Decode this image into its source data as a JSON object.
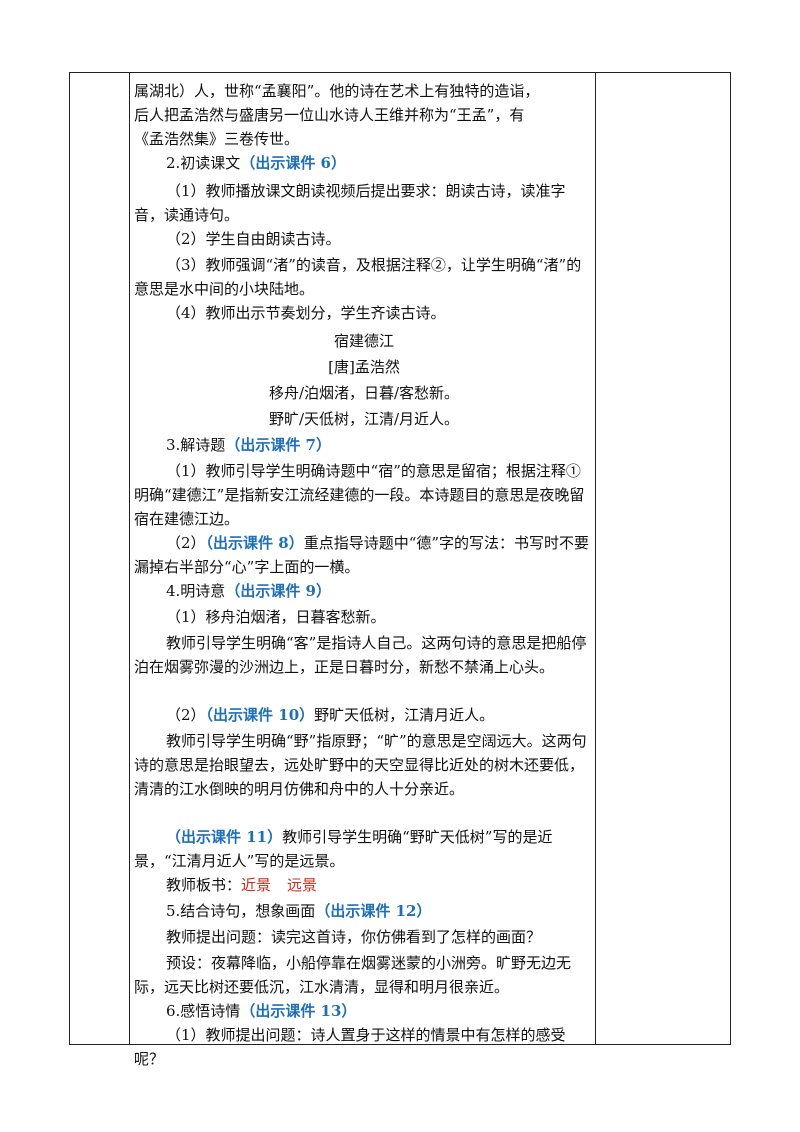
{
  "intro_cont": {
    "lines": [
      "属湖北）人，世称“孟襄阳”。他的诗在艺术上有独特的造诣，",
      "后人把孟浩然与盛唐另一位山水诗人王维并称为“王孟”，有",
      "《孟浩然集》三卷传世。"
    ]
  },
  "sec2": {
    "heading": "2.初读课文",
    "tag": "（出示课件 6）",
    "items": [
      "（1）教师播放课文朗读视频后提出要求：朗读古诗，读准字音，读通诗句。",
      "（2）学生自由朗读古诗。",
      "（3）教师强调“渚”的读音，及根据注释②，让学生明确“渚”的意思是水中间的小块陆地。",
      "（4）教师出示节奏划分，学生齐读古诗。"
    ]
  },
  "poem": {
    "title": "宿建德江",
    "author": "[唐]孟浩然",
    "line1": "移舟/泊烟渚，日暮/客愁新。",
    "line2": "野旷/天低树，江清/月近人。"
  },
  "sec3": {
    "heading": "3.解诗题",
    "tag": "（出示课件 7）",
    "item1": "（1）教师引导学生明确诗题中“宿”的意思是留宿；根据注释①明确“建德江”是指新安江流经建德的一段。本诗题目的意思是夜晚留宿在建德江边。",
    "item2_num": "（2）",
    "item2_tag": "（出示课件 8）",
    "item2_text": "重点指导诗题中“德”字的写法：书写时不要漏掉右半部分“心”字上面的一横。"
  },
  "sec4": {
    "heading": "4.明诗意",
    "tag": "（出示课件 9）",
    "item1_title": "（1）移舟泊烟渚，日暮客愁新。",
    "item1_text": "教师引导学生明确“客”是指诗人自己。这两句诗的意思是把船停泊在烟雾弥漫的沙洲边上，正是日暮时分，新愁不禁涌上心头。",
    "item2_num": "（2）",
    "item2_tag": "（出示课件 10）",
    "item2_title": "野旷天低树，江清月近人。",
    "item2_text": "教师引导学生明确“野”指原野；“旷”的意思是空阔远大。这两句诗的意思是抬眼望去，远处旷野中的天空显得比近处的树木还要低，清清的江水倒映的明月仿佛和舟中的人十分亲近。",
    "item3_tag": "（出示课件 11）",
    "item3_text": "教师引导学生明确“野旷天低树”写的是近景，“江清月近人”写的是远景。",
    "board_label": "教师板书：",
    "board_near": "近景",
    "board_far": "远景"
  },
  "sec5": {
    "heading": "5.结合诗句，想象画面",
    "tag": "（出示课件 12）",
    "question": "教师提出问题：读完这首诗，你仿佛看到了怎样的画面？",
    "answer": "预设：夜幕降临，小船停靠在烟雾迷蒙的小洲旁。旷野无边无际，远天比树还要低沉，江水清清，显得和明月很亲近。"
  },
  "sec6": {
    "heading": "6.感悟诗情",
    "tag": "（出示课件 13）",
    "item1": "（1）教师提出问题：诗人置身于这样的情景中有怎样的感受呢？"
  }
}
